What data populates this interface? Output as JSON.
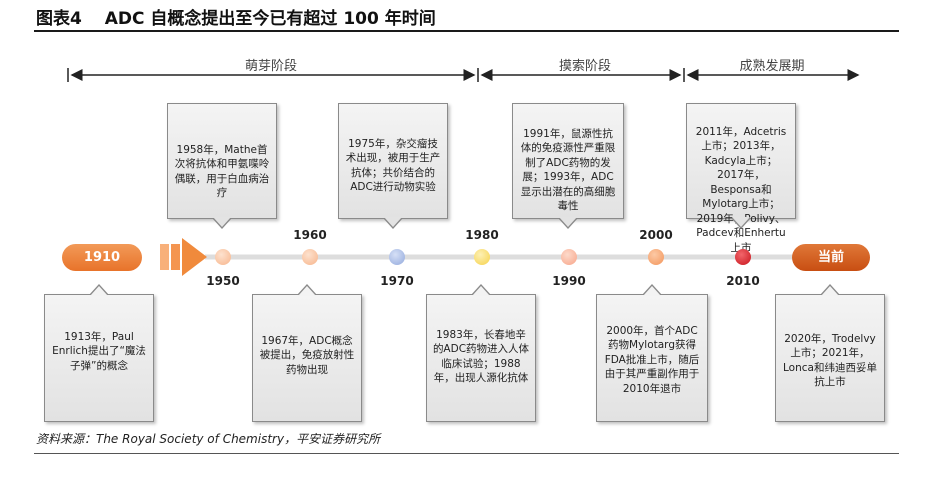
{
  "header": {
    "title": "图表4　 ADC 自概念提出至今已有超过 100 年时间",
    "source": "资料来源：The Royal Society of Chemistry，平安证券研究所"
  },
  "phases": [
    {
      "label": "萌芽阶段"
    },
    {
      "label": "摸索阶段"
    },
    {
      "label": "成熟发展期"
    }
  ],
  "timeline": {
    "start_label": "1910",
    "end_label": "当前",
    "years": [
      "1950",
      "1960",
      "1970",
      "1980",
      "1990",
      "2000",
      "2010"
    ],
    "colors": {
      "start_pill": "#e8732a",
      "end_pill": "#c84e12",
      "arrow": "#f08a3c",
      "dot_1950": "#f7b48a",
      "dot_1960": "#f7b48a",
      "dot_1970": "#92a9dc",
      "dot_1980": "#f6d24a",
      "dot_1990": "#f7a488",
      "dot_2000": "#f3955a",
      "dot_2010": "#c8141c"
    }
  },
  "events_top": [
    {
      "text": "1958年，Mathe首次将抗体和甲氨喋呤偶联，用于白血病治疗"
    },
    {
      "text": "1975年，杂交瘤技术出现，被用于生产抗体；共价结合的ADC进行动物实验"
    },
    {
      "text": "1991年，鼠源性抗体的免疫源性严重限制了ADC药物的发展；1993年，ADC显示出潜在的高细胞毒性"
    },
    {
      "text": "2011年，Adcetris上市；2013年，Kadcyla上市；2017年，Besponsa和Mylotarg上市；2019年，Polivy、Padcev和Enhertu上市"
    }
  ],
  "events_bottom": [
    {
      "text": "1913年，Paul Enrlich提出了“魔法子弹”的概念"
    },
    {
      "text": "1967年，ADC概念被提出，免疫放射性药物出现"
    },
    {
      "text": "1983年，长春地辛的ADC药物进入人体临床试验；1988年，出现人源化抗体"
    },
    {
      "text": "2000年，首个ADC药物Mylotarg获得FDA批准上市，随后由于其严重副作用于2010年退市"
    },
    {
      "text": "2020年，Trodelvy上市；2021年，Lonca和纬迪西妥单抗上市"
    }
  ]
}
